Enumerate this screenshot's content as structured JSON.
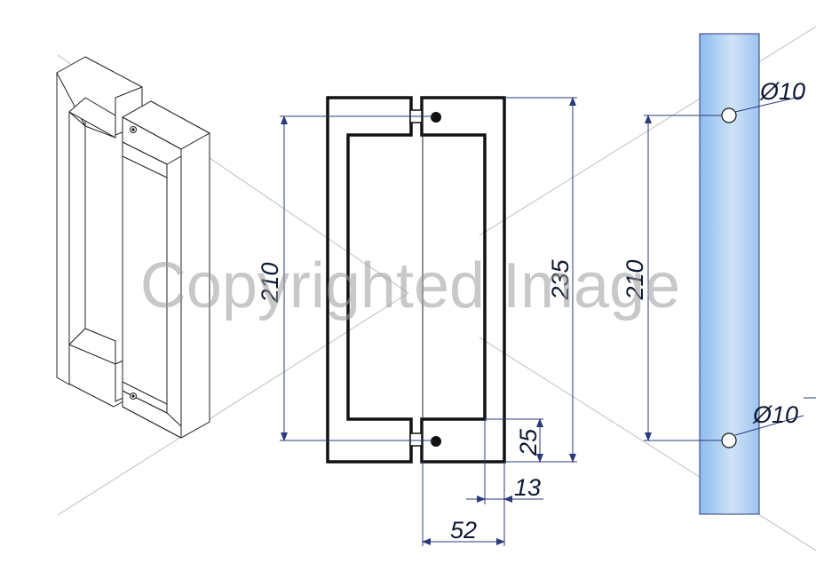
{
  "drawing": {
    "watermark": "Copyrighted Image",
    "dimensions": {
      "hole_spacing": "210",
      "overall_length": "235",
      "end_offset": "25",
      "bar_width": "13",
      "projection": "52",
      "mount_spacing": "210",
      "hole_dia_top": "Ø10",
      "hole_dia_bottom": "Ø10"
    },
    "colors": {
      "glass_light": "#cfe3f8",
      "glass_dark": "#7fb1e8",
      "line": "#111111",
      "dimension": "#2b3a7a"
    }
  }
}
